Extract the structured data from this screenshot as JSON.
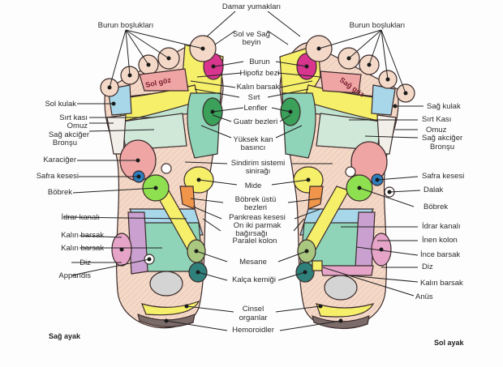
{
  "figure": {
    "right_foot_title": "Sağ ayak",
    "left_foot_title": "Sol ayak",
    "toe_labels": {
      "right_foot_eye": "Sol göz",
      "left_foot_eye": "Sağ göz"
    }
  },
  "center_labels": [
    {
      "id": "damar",
      "text": "Damar yumakları"
    },
    {
      "id": "boyin1",
      "text": "Sol ve Sağ"
    },
    {
      "id": "boyin2",
      "text": "beyin"
    },
    {
      "id": "burun",
      "text": "Burun"
    },
    {
      "id": "hipofiz",
      "text": "Hipofiz bezi"
    },
    {
      "id": "kalin",
      "text": "Kalın barsak"
    },
    {
      "id": "sirt",
      "text": "Sırt"
    },
    {
      "id": "lenfler",
      "text": "Lenfler"
    },
    {
      "id": "guatr",
      "text": "Guatr bezleri"
    },
    {
      "id": "yuksek1",
      "text": "Yüksek kan"
    },
    {
      "id": "yuksek2",
      "text": "basıncı"
    },
    {
      "id": "sindirim1",
      "text": "Sindirim sistemi"
    },
    {
      "id": "sindirim2",
      "text": "sinirağı"
    },
    {
      "id": "mide",
      "text": "Mide"
    },
    {
      "id": "bobrekustu1",
      "text": "Böbrek üstü"
    },
    {
      "id": "bobrekustu2",
      "text": "bezleri"
    },
    {
      "id": "pankreas",
      "text": "Pankreas kesesi"
    },
    {
      "id": "oniki1",
      "text": "On iki parmak"
    },
    {
      "id": "oniki2",
      "text": "bağırsağı"
    },
    {
      "id": "paralel",
      "text": "Paralel kolon"
    },
    {
      "id": "mesane",
      "text": "Mesane"
    },
    {
      "id": "kalca",
      "text": "Kalça kemiği"
    },
    {
      "id": "cinsel1",
      "text": "Cinsel"
    },
    {
      "id": "cinsel2",
      "text": "organlar"
    },
    {
      "id": "hemoroid",
      "text": "Hemoroidler"
    }
  ],
  "left_labels": [
    {
      "id": "burun_bosluk",
      "text": "Burun boşlukları"
    },
    {
      "id": "sol_kulak",
      "text": "Sol kulak"
    },
    {
      "id": "sirt_kasi",
      "text": "Sırt kası"
    },
    {
      "id": "omuz",
      "text": "Omuz"
    },
    {
      "id": "akciger1",
      "text": "Sağ akciğer"
    },
    {
      "id": "akciger2",
      "text": "Bronşu"
    },
    {
      "id": "karaciger",
      "text": "Karaciğer"
    },
    {
      "id": "safra",
      "text": "Safra kesesi"
    },
    {
      "id": "bobrek",
      "text": "Böbrek"
    },
    {
      "id": "idrar",
      "text": "İdrar kanalı"
    },
    {
      "id": "kalin1",
      "text": "Kalın barsak"
    },
    {
      "id": "kalin2",
      "text": "Kalın barsak"
    },
    {
      "id": "diz",
      "text": "Diz"
    },
    {
      "id": "appandis",
      "text": "Appandis"
    }
  ],
  "right_labels": [
    {
      "id": "burun_bosluk",
      "text": "Burun boşlukları"
    },
    {
      "id": "sag_kulak",
      "text": "Sağ kulak"
    },
    {
      "id": "sirt_kasi",
      "text": "Sırt Kası"
    },
    {
      "id": "omuz",
      "text": "Omuz"
    },
    {
      "id": "akciger1",
      "text": "Sağ akciğer"
    },
    {
      "id": "akciger2",
      "text": "Bronşu"
    },
    {
      "id": "safra",
      "text": "Safra kesesi"
    },
    {
      "id": "dalak",
      "text": "Dalak"
    },
    {
      "id": "bobrek",
      "text": "Böbrek"
    },
    {
      "id": "idrar",
      "text": "İdrar kanalı"
    },
    {
      "id": "inen",
      "text": "İnen kolon"
    },
    {
      "id": "ince",
      "text": "İnce barsak"
    },
    {
      "id": "diz",
      "text": "Diz"
    },
    {
      "id": "kalin",
      "text": "Kalın barsak"
    },
    {
      "id": "anus",
      "text": "Anüs"
    }
  ],
  "colors": {
    "skin": "#f4d9c8",
    "yellow": "#f5ef6a",
    "light_green": "#bfe3cf",
    "teal": "#8fd4b8",
    "dark_green": "#3aa05a",
    "blue": "#a9d7ea",
    "pink": "#f0a5a5",
    "magenta": "#d8358f",
    "lime": "#8fe050",
    "purple": "#c9a0cf",
    "orange": "#f0954a",
    "olive": "#a9c77f",
    "deep_teal": "#2f7f7a",
    "grey": "#d4d4d4",
    "brown": "#7a6a68",
    "dark_blue": "#2d7fc0"
  }
}
